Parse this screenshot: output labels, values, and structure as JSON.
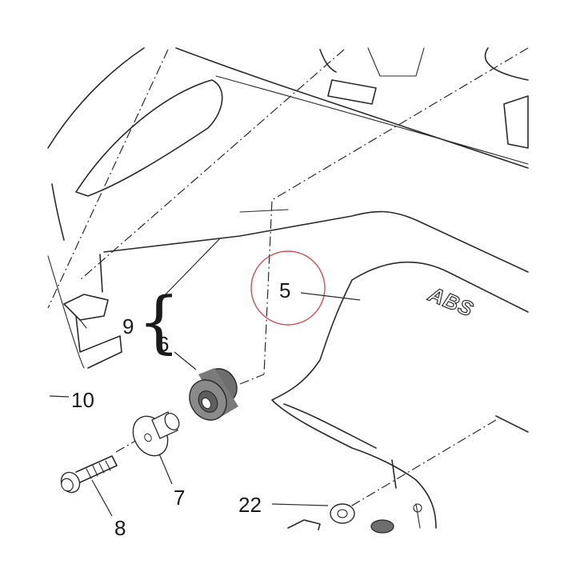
{
  "callouts": {
    "part_5": "5",
    "part_6": "6",
    "part_7": "7",
    "part_8": "8",
    "part_9": "9",
    "part_10": "10",
    "part_22": "22"
  },
  "brace_glyph": "{",
  "embossed_text": "ABS",
  "colors": {
    "line": "#2a2a2a",
    "grommet": "#7a7a7a",
    "highlight_circle": "#c8303a"
  }
}
